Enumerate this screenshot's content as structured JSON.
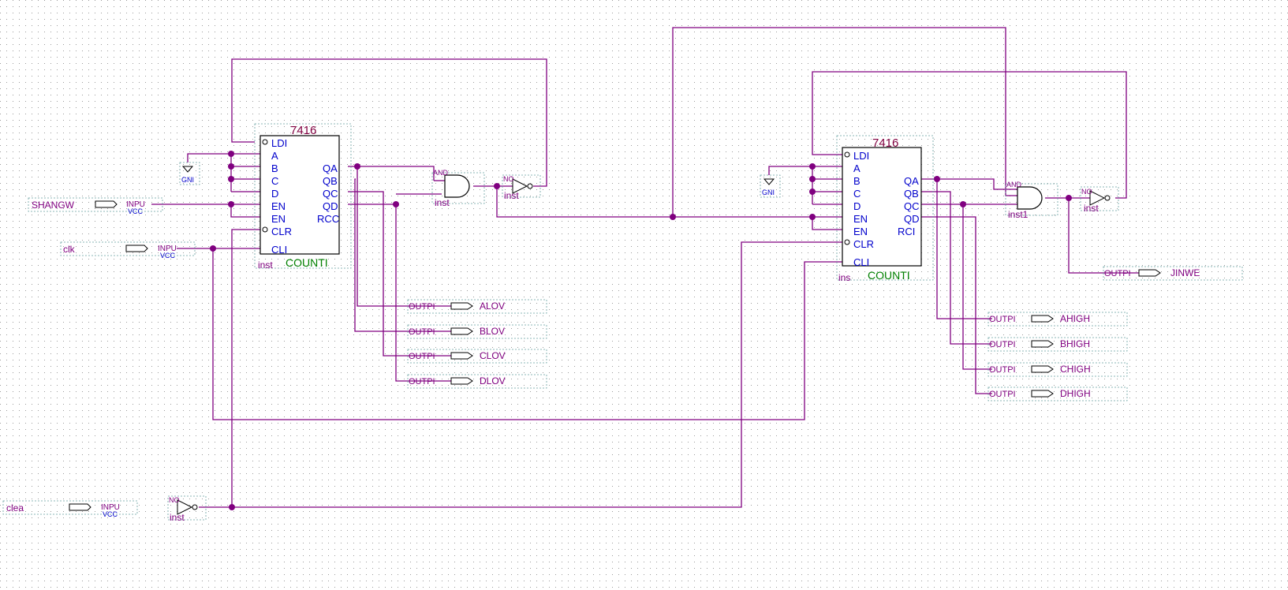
{
  "schematic": {
    "counters": [
      {
        "part": "7416",
        "footer": "COUNTI",
        "inst": "inst",
        "pins_left": [
          "LDI",
          "A",
          "B",
          "C",
          "D",
          "EN",
          "EN",
          "CLR",
          "CLI"
        ],
        "pins_right": [
          "QA",
          "QB",
          "QC",
          "QD",
          "RCC"
        ]
      },
      {
        "part": "7416",
        "footer": "COUNTI",
        "inst": "ins",
        "pins_left": [
          "LDI",
          "A",
          "B",
          "C",
          "D",
          "EN",
          "EN",
          "CLR",
          "CLI"
        ],
        "pins_right": [
          "QA",
          "QB",
          "QC",
          "QD",
          "RCI"
        ]
      }
    ],
    "gates": [
      {
        "type": "AND",
        "inst": "inst"
      },
      {
        "type": "NO",
        "inst": "inst"
      },
      {
        "type": "AND",
        "inst": "inst1"
      },
      {
        "type": "NO",
        "inst": "inst"
      },
      {
        "type": "NO",
        "inst": "inst"
      }
    ],
    "gnd": [
      "GNI",
      "GNI"
    ],
    "inputs": [
      {
        "name": "SHANGW",
        "kind": "INPU",
        "vcc": "VCC"
      },
      {
        "name": "clk",
        "kind": "INPU",
        "vcc": "VCC"
      },
      {
        "name": "clea",
        "kind": "INPU",
        "vcc": "VCC"
      }
    ],
    "outputs": [
      {
        "kind": "OUTPI",
        "name": "ALOV"
      },
      {
        "kind": "OUTPI",
        "name": "BLOV"
      },
      {
        "kind": "OUTPI",
        "name": "CLOV"
      },
      {
        "kind": "OUTPI",
        "name": "DLOV"
      },
      {
        "kind": "OUTPI",
        "name": "AHIGH"
      },
      {
        "kind": "OUTPI",
        "name": "BHIGH"
      },
      {
        "kind": "OUTPI",
        "name": "CHIGH"
      },
      {
        "kind": "OUTPI",
        "name": "DHIGH"
      },
      {
        "kind": "OUTPI",
        "name": "JINWE"
      }
    ],
    "colors": {
      "wire": "#800080",
      "pin_text": "#0000cc",
      "footer": "#008000",
      "grid": "#a0a0a0"
    }
  }
}
